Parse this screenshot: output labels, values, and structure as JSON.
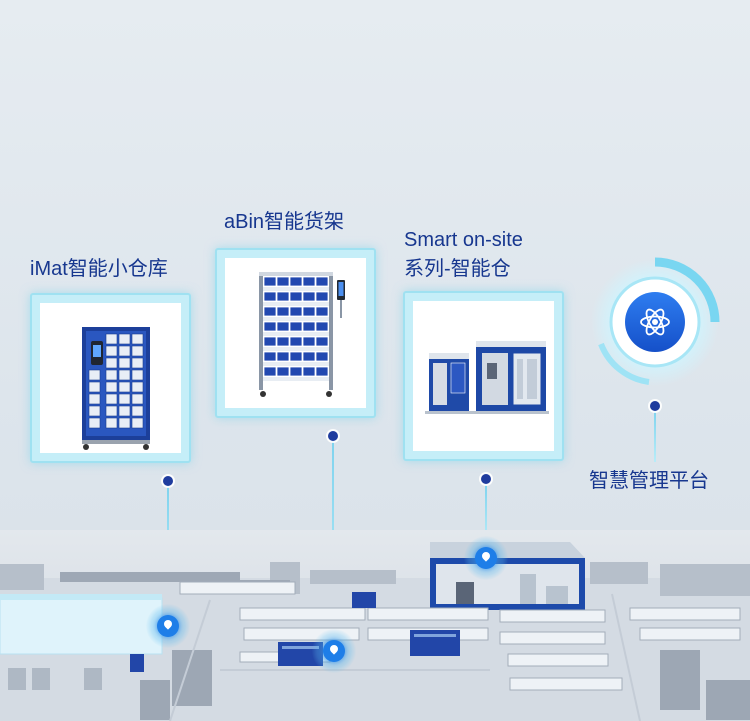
{
  "products": [
    {
      "id": "imat",
      "title": "iMat智能小仓库"
    },
    {
      "id": "abin",
      "title": "aBin智能货架"
    },
    {
      "id": "smart",
      "title_line1": "Smart on-site",
      "title_line2": "系列-智能仓"
    }
  ],
  "platform": {
    "title": "智慧管理平台",
    "icon": "atom-icon"
  },
  "colors": {
    "label_blue": "#17378f",
    "frame_cyan": "#9fe1f1",
    "accent_blue": "#1e7ee8",
    "dark_blue": "#1f3c9e"
  }
}
